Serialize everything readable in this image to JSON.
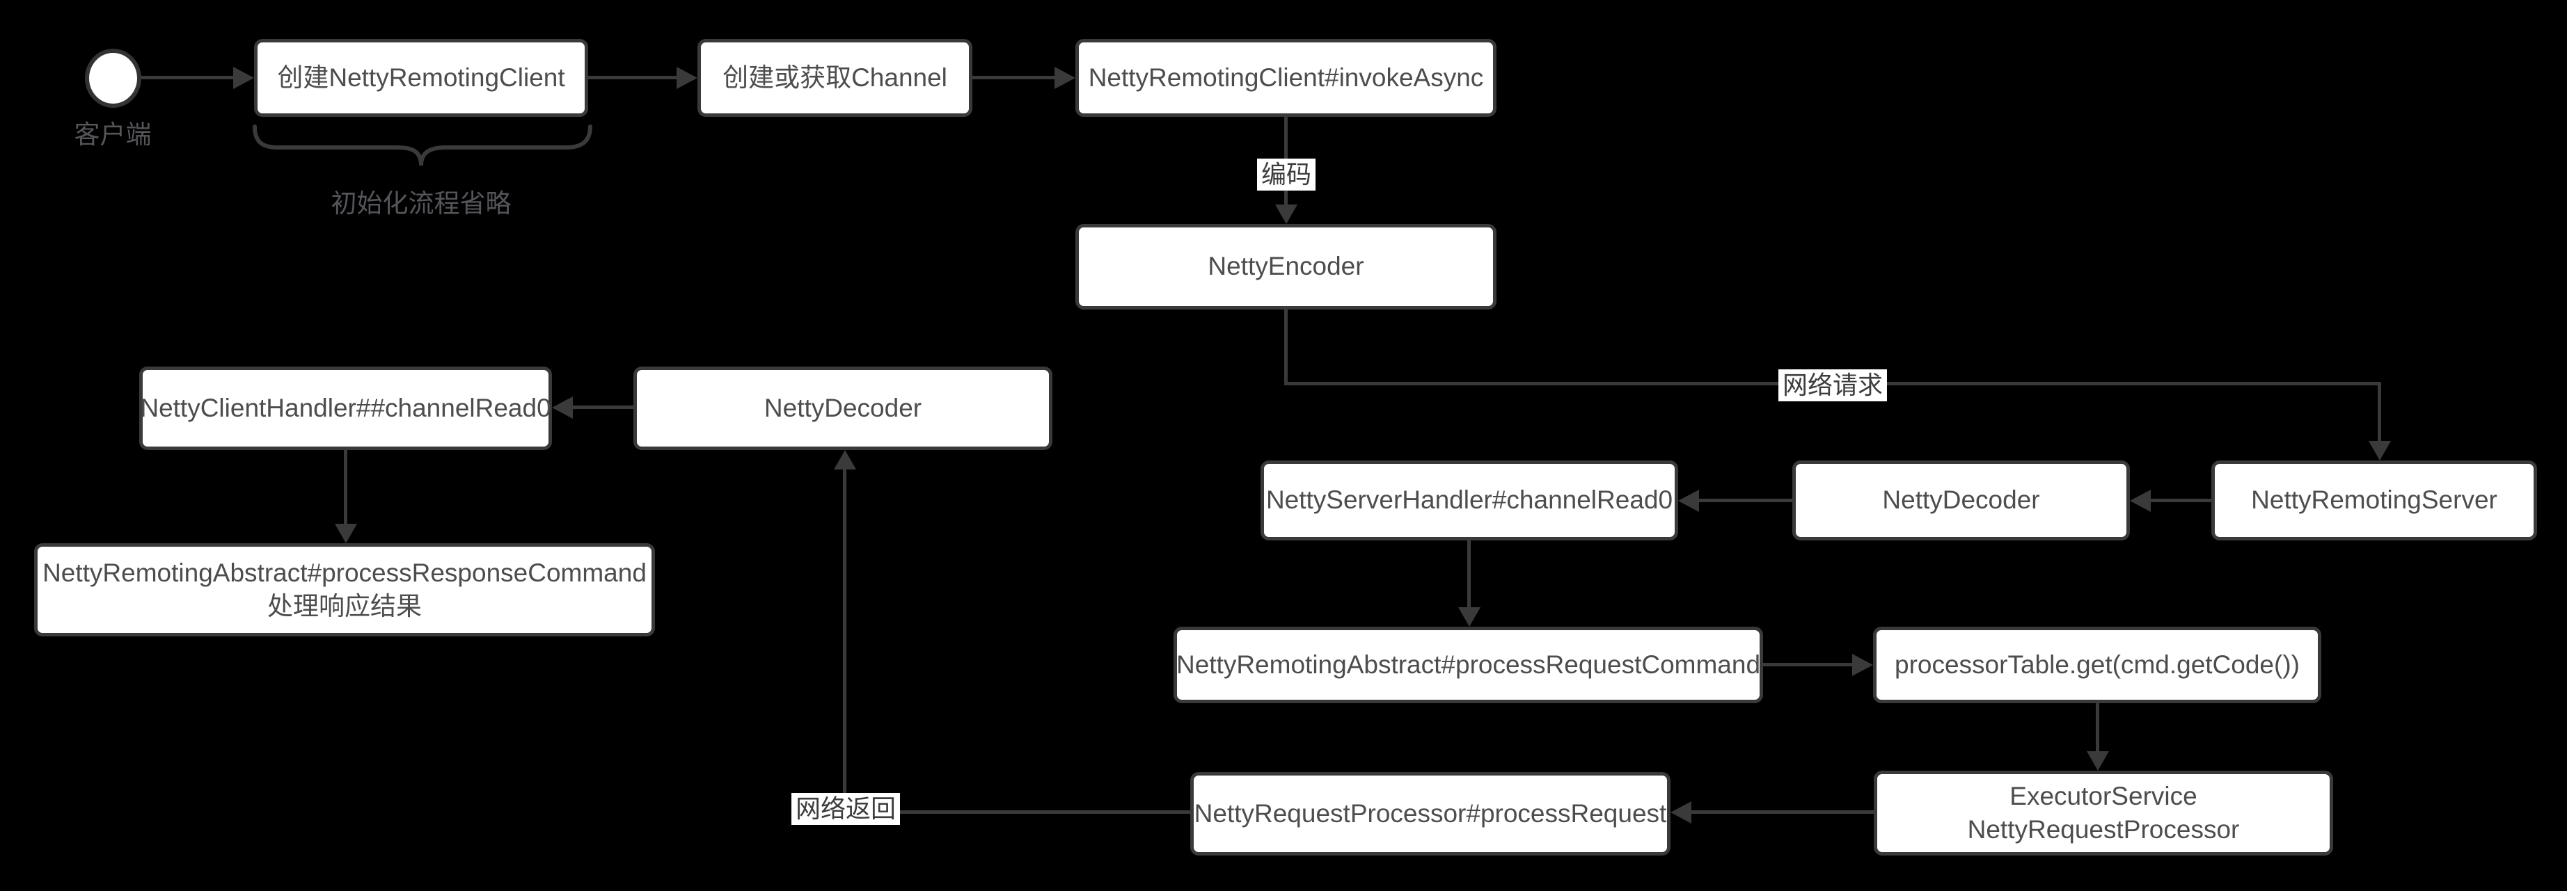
{
  "diagram": {
    "start": {
      "label": "客户端"
    },
    "init_note": "初始化流程省略",
    "nodes": {
      "create_client": "创建NettyRemotingClient",
      "create_channel": "创建或获取Channel",
      "invoke_async": "NettyRemotingClient#invokeAsync",
      "encoder": "NettyEncoder",
      "client_handler": "NettyClientHandler##channelRead0",
      "client_decoder": "NettyDecoder",
      "process_response_line1": "NettyRemotingAbstract#processResponseCommand",
      "process_response_line2": "处理响应结果",
      "server_handler": "NettyServerHandler#channelRead0",
      "server_decoder": "NettyDecoder",
      "remoting_server": "NettyRemotingServer",
      "process_request_command": "NettyRemotingAbstract#processRequestCommand",
      "processor_table": "processorTable.get(cmd.getCode())",
      "request_processor": "NettyRequestProcessor#processRequest",
      "executor_service": "ExecutorService NettyRequestProcessor"
    },
    "edge_labels": {
      "encode": "编码",
      "network_request": "网络请求",
      "network_return": "网络返回"
    },
    "colors": {
      "background": "#000000",
      "box_fill": "#ffffff",
      "stroke": "#3a3a3a",
      "box_text": "#4d4d4d",
      "muted_text": "#55555a"
    }
  }
}
